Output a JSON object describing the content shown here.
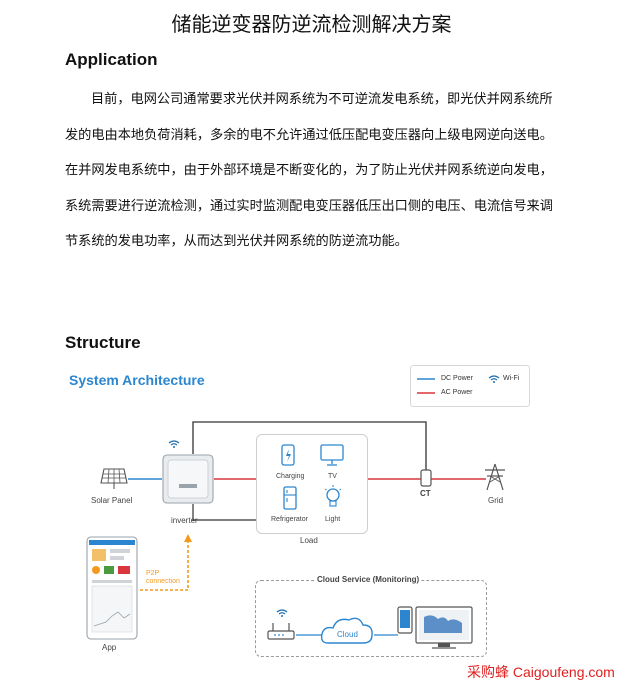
{
  "title": "储能逆变器防逆流检测解决方案",
  "sections": {
    "application": {
      "heading": "Application",
      "paragraph": "目前，电网公司通常要求光伏并网系统为不可逆流发电系统，即光伏并网系统所发的电由本地负荷消耗，多余的电不允许通过低压配电变压器向上级电网逆向送电。在并网发电系统中，由于外部环境是不断变化的，为了防止光伏并网系统逆向发电，系统需要进行逆流检测，通过实时监测配电变压器低压出口侧的电压、电流信号来调节系统的发电功率，从而达到光伏并网系统的防逆流功能。"
    },
    "structure": {
      "heading": "Structure"
    }
  },
  "diagram": {
    "title": "System Architecture",
    "legend": {
      "dc": "DC Power",
      "ac": "AC Power",
      "wifi": "Wi-Fi"
    },
    "labels": {
      "solar_panel": "Solar Panel",
      "inverter": "inverter",
      "ct": "CT",
      "grid": "Grid",
      "load": "Load",
      "charging": "Charging",
      "tv": "TV",
      "refrigerator": "Refrigerator",
      "light": "Light",
      "p2p": "P2P\nconnection",
      "app": "App",
      "cloud_service": "Cloud Service (Monitoring)",
      "cloud": "Cloud"
    },
    "colors": {
      "dc": "#2b86cf",
      "ac": "#d9363e",
      "wire": "#333333",
      "p2p": "#f39a1e"
    }
  },
  "footer": {
    "watermark": "采购蜂 Caigoufeng.com"
  }
}
